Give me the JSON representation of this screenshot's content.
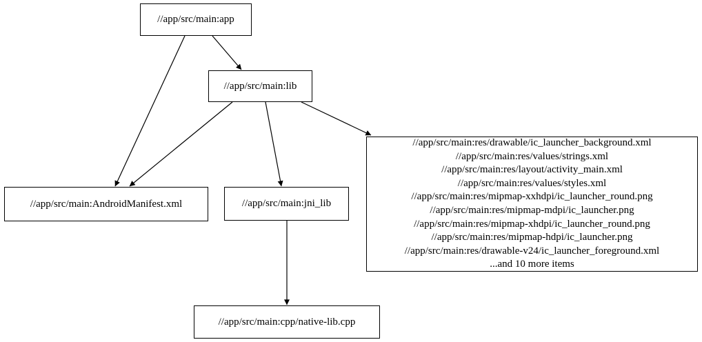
{
  "colors": {
    "background": "#ffffff",
    "node_fill": "#ffffff",
    "node_border": "#000000",
    "edge": "#000000",
    "text": "#000000"
  },
  "graph": {
    "nodes": {
      "app": {
        "label": "//app/src/main:app"
      },
      "lib": {
        "label": "//app/src/main:lib"
      },
      "android_manifest": {
        "label": "//app/src/main:AndroidManifest.xml"
      },
      "jni_lib": {
        "label": "//app/src/main:jni_lib"
      },
      "native_lib_cpp": {
        "label": "//app/src/main:cpp/native-lib.cpp"
      },
      "resources": {
        "lines": [
          "//app/src/main:res/drawable/ic_launcher_background.xml",
          "//app/src/main:res/values/strings.xml",
          "//app/src/main:res/layout/activity_main.xml",
          "//app/src/main:res/values/styles.xml",
          "//app/src/main:res/mipmap-xxhdpi/ic_launcher_round.png",
          "//app/src/main:res/mipmap-mdpi/ic_launcher.png",
          "//app/src/main:res/mipmap-xhdpi/ic_launcher_round.png",
          "//app/src/main:res/mipmap-hdpi/ic_launcher.png",
          "//app/src/main:res/drawable-v24/ic_launcher_foreground.xml",
          "...and 10 more items"
        ]
      }
    },
    "edges": [
      {
        "from": "app",
        "to": "lib"
      },
      {
        "from": "app",
        "to": "android_manifest"
      },
      {
        "from": "lib",
        "to": "android_manifest"
      },
      {
        "from": "lib",
        "to": "jni_lib"
      },
      {
        "from": "lib",
        "to": "resources"
      },
      {
        "from": "jni_lib",
        "to": "native_lib_cpp"
      }
    ]
  }
}
